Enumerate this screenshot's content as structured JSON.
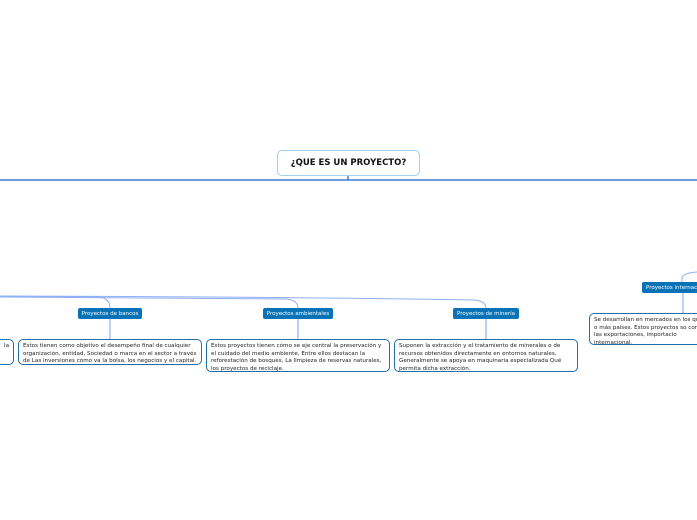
{
  "central": {
    "title": "¿QUE ES UN PROYECTO?"
  },
  "colors": {
    "main_line": "#1a5fc8",
    "branch_line": "#8fb0f5",
    "topic_bg": "#0a73b8",
    "card_border": "#1f6fae"
  },
  "topics": [
    {
      "label": "Proyectos de bancos",
      "text": "Estos tienen como objetivo el desempeño final de cualquier organización, entidad, Sociedad o marca en el sector a través de Las inversiones cómo va la bolsa, los negocios y el capital."
    },
    {
      "label": "Proyectos ambientales",
      "text": "Estos proyectos tienen cómo se eje central la preservación y el cuidado del medio ambiente, Entre ellos destacan la reforestación de bosques, La limpieza de reservas naturales, los proyectos de reciclaje."
    },
    {
      "label": "Proyectos de minería",
      "text": "Suponen la extracción y el tratamiento de minerales o de recursos obtenidos directamente en entornos naturales, Generalmente se apoya en maquinaria especializada Qué permita dicha extracción."
    },
    {
      "label": "Proyectos internac",
      "text": "Se desarrollan en mercados en los qu dos o más países. Estos proyectos so como a las exportaciones, importacio internacional."
    }
  ],
  "partial_left_card": {
    "text": "la"
  }
}
